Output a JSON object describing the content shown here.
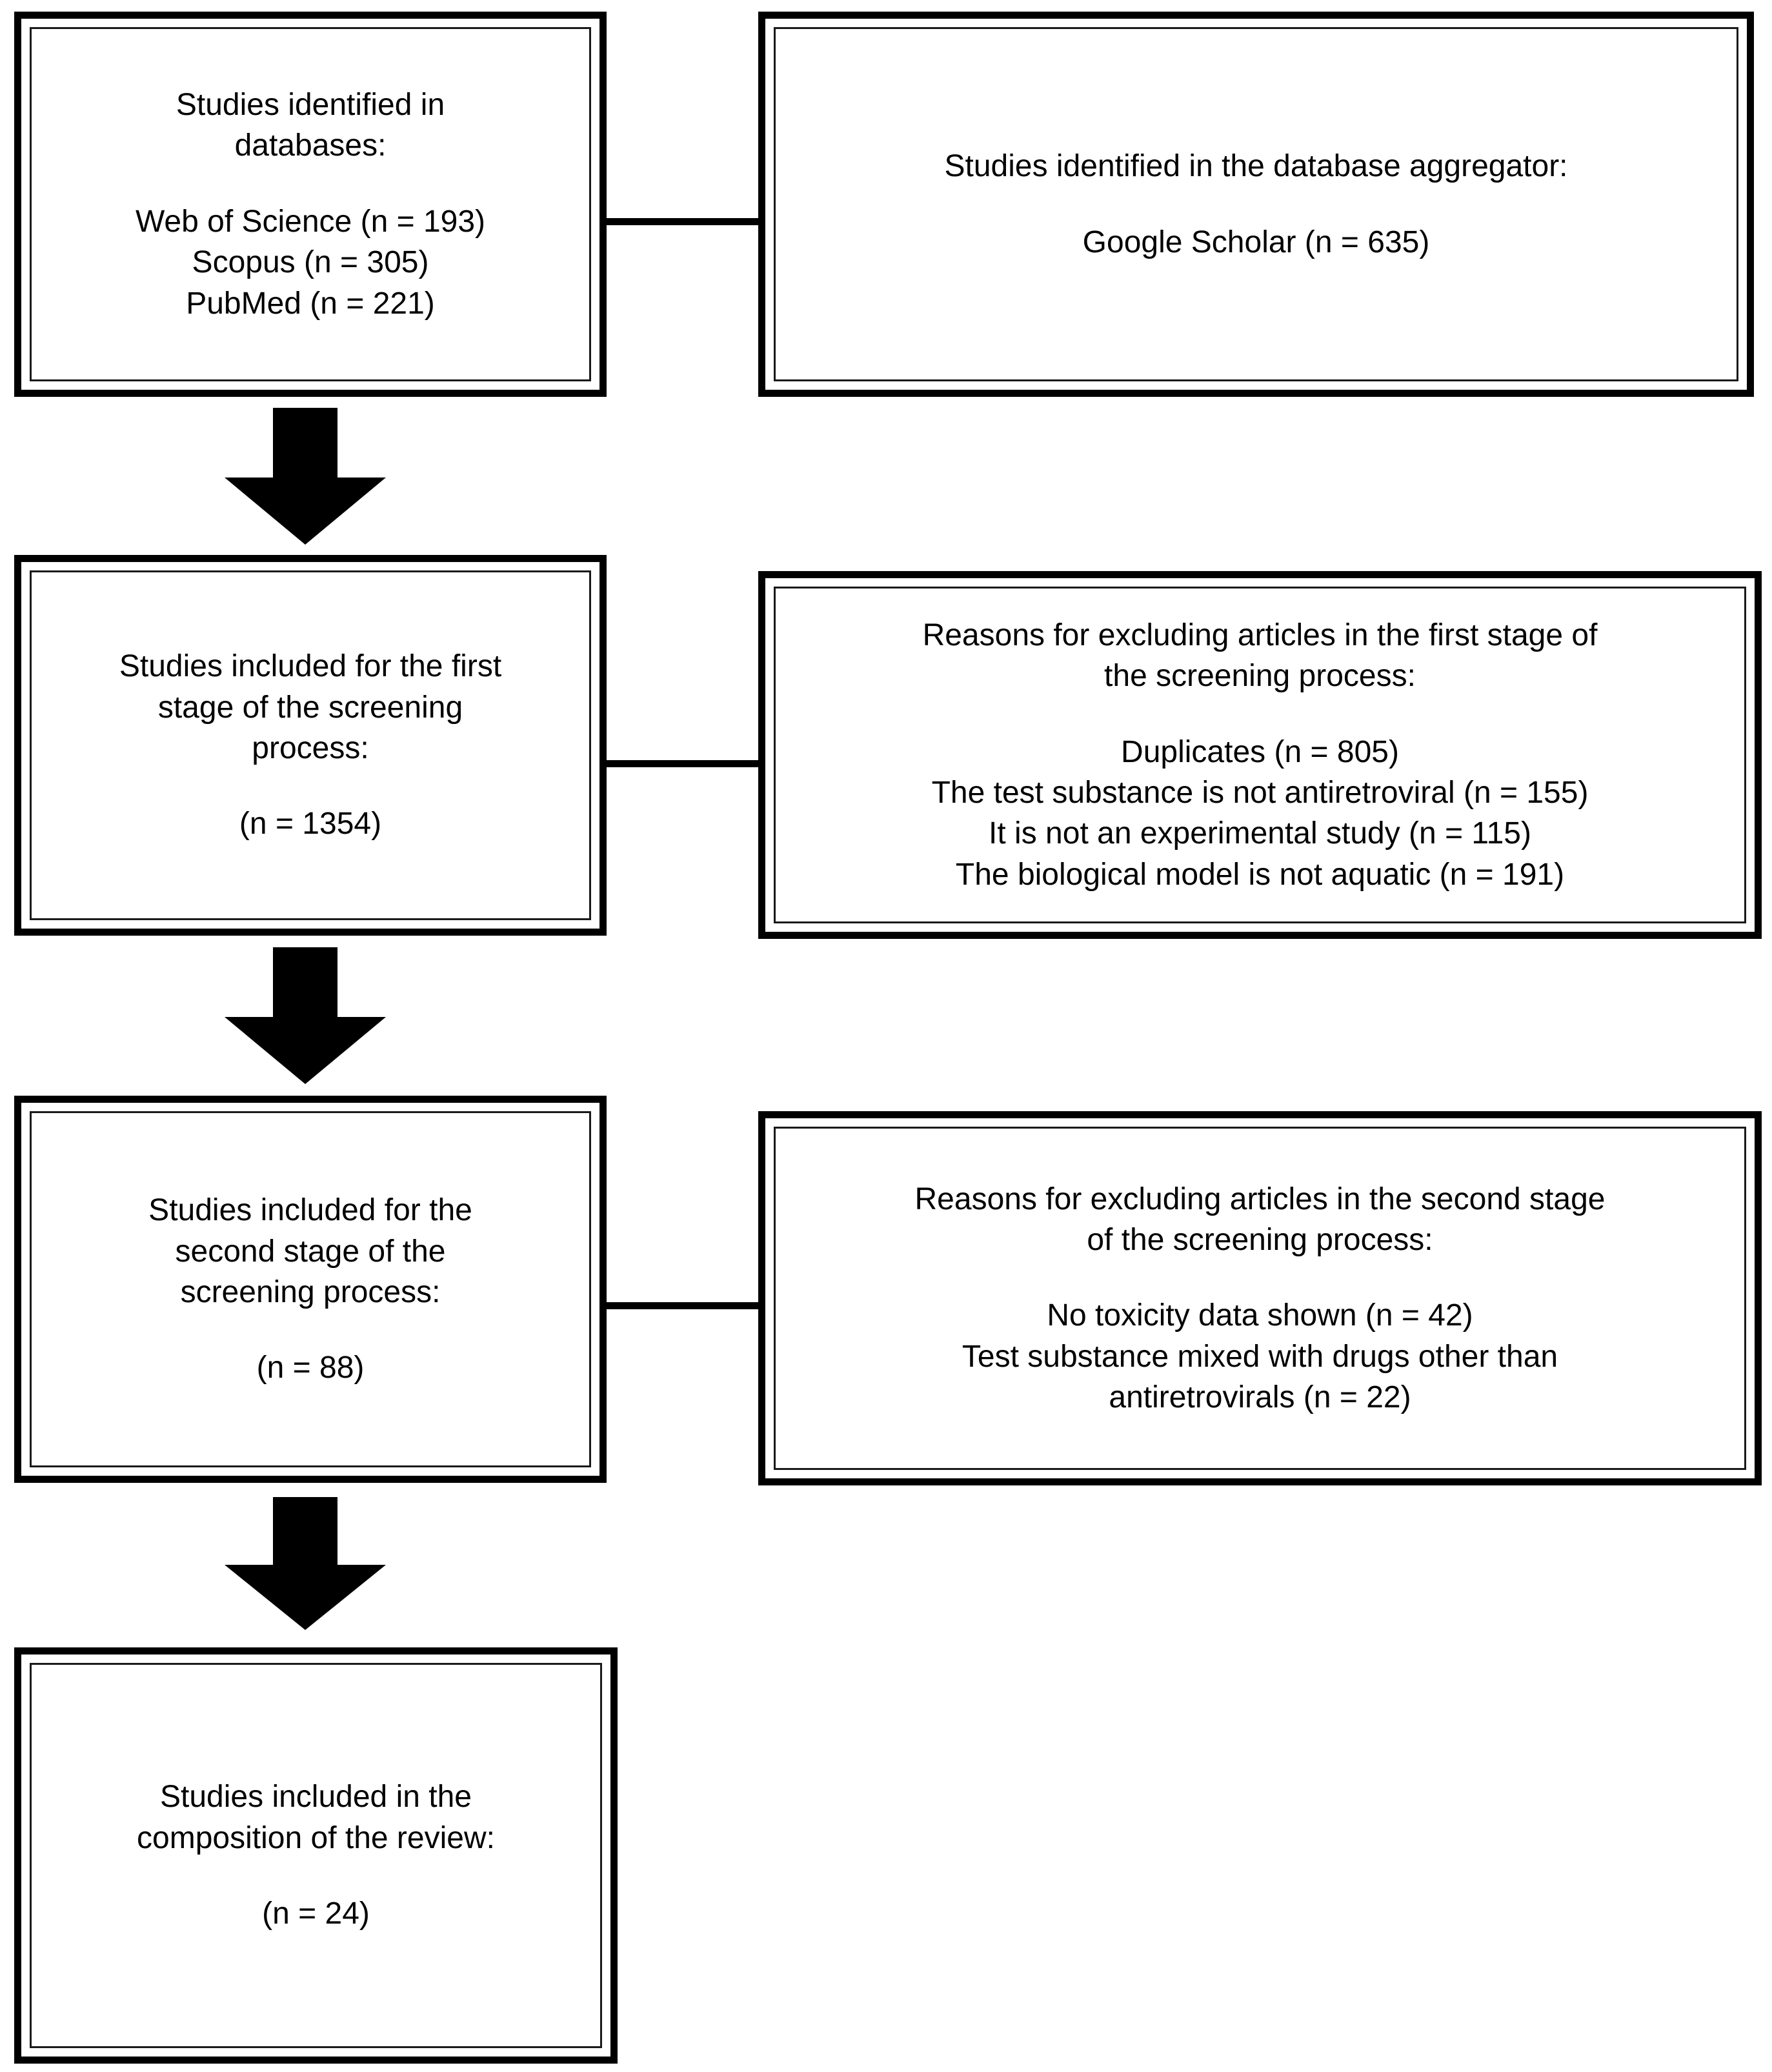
{
  "diagram": {
    "title": "PRISMA study selection flow diagram",
    "accent_color": "#000000",
    "background_color": "#ffffff"
  },
  "boxes": {
    "identified_databases": {
      "heading": "Studies identified in\ndatabases:",
      "details": "Web of Science (n = 193)\nScopus (n = 305)\nPubMed (n = 221)"
    },
    "identified_aggregator": {
      "heading": "Studies identified in the database aggregator:",
      "details": "Google Scholar (n = 635)"
    },
    "first_stage_included": {
      "heading": "Studies included for the first\nstage of the screening\nprocess:",
      "details": "(n = 1354)"
    },
    "first_stage_excluded": {
      "heading": "Reasons for excluding articles in the first stage of\nthe screening process:",
      "details": "Duplicates (n = 805)\nThe test substance is not antiretroviral (n = 155)\nIt is not an experimental study (n = 115)\nThe biological model is not aquatic (n = 191)"
    },
    "second_stage_included": {
      "heading": "Studies included for the\nsecond stage of the\nscreening process:",
      "details": "(n = 88)"
    },
    "second_stage_excluded": {
      "heading": "Reasons for excluding articles in the second stage\nof the screening process:",
      "details": "No toxicity data shown (n = 42)\nTest substance mixed with drugs other than\nantiretrovirals (n = 22)"
    },
    "review_included": {
      "heading": "Studies included in the\ncomposition of the review:",
      "details": "(n = 24)"
    }
  },
  "counts": {
    "web_of_science": 193,
    "scopus": 305,
    "pubmed": 221,
    "google_scholar": 635,
    "first_stage_total": 1354,
    "duplicates": 805,
    "not_antiretroviral": 155,
    "not_experimental": 115,
    "not_aquatic": 191,
    "second_stage_total": 88,
    "no_toxicity_data": 42,
    "mixed_with_other_drugs": 22,
    "review_total": 24
  }
}
